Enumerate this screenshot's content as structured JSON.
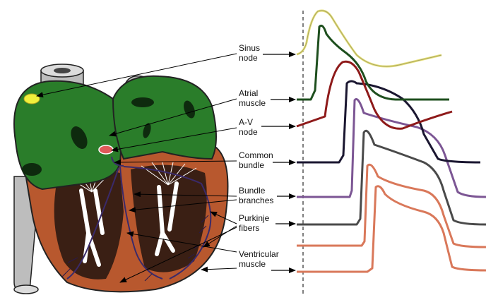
{
  "labels": {
    "sinus": [
      "Sinus",
      "node"
    ],
    "atrial": [
      "Atrial",
      "muscle"
    ],
    "av": [
      "A-V",
      "node"
    ],
    "common": [
      "Common",
      "bundle"
    ],
    "branches": [
      "Bundle",
      "branches"
    ],
    "purkinje": [
      "Purkinje",
      "fibers"
    ],
    "ventricular": [
      "Ventricular",
      "muscle"
    ]
  },
  "colors": {
    "sinus_trace": "#e6e07a",
    "atrial_trace": "#1e4f1e",
    "av_trace": "#8e1a1a",
    "common_trace": "#1a1630",
    "branches_trace": "#7c5694",
    "purkinje_trace": "#4a4a4a",
    "ventricular_trace": "#d9785a",
    "atria_fill": "#2a7d2a",
    "ventricle_fill": "#b8582e",
    "vessel_fill": "#b9b9b9",
    "sinus_node_fill": "#f0f03c",
    "av_node_fill": "#e05a5a"
  },
  "icons": {
    "arrow": "right-arrow"
  }
}
